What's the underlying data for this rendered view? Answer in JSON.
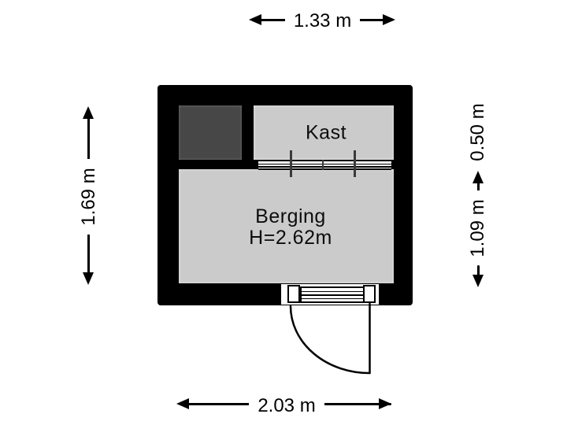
{
  "colors": {
    "background": "#ffffff",
    "wall": "#000000",
    "room_fill": "#cbcbcb",
    "fixture_fill": "#474747"
  },
  "rooms": {
    "kast": {
      "label": "Kast"
    },
    "berging": {
      "label": "Berging",
      "height": "H=2.62m"
    }
  },
  "dimensions": {
    "top": "1.33 m",
    "bottom": "2.03 m",
    "left": "1.69 m",
    "right_upper": "0.50 m",
    "right_lower": "1.09 m"
  }
}
